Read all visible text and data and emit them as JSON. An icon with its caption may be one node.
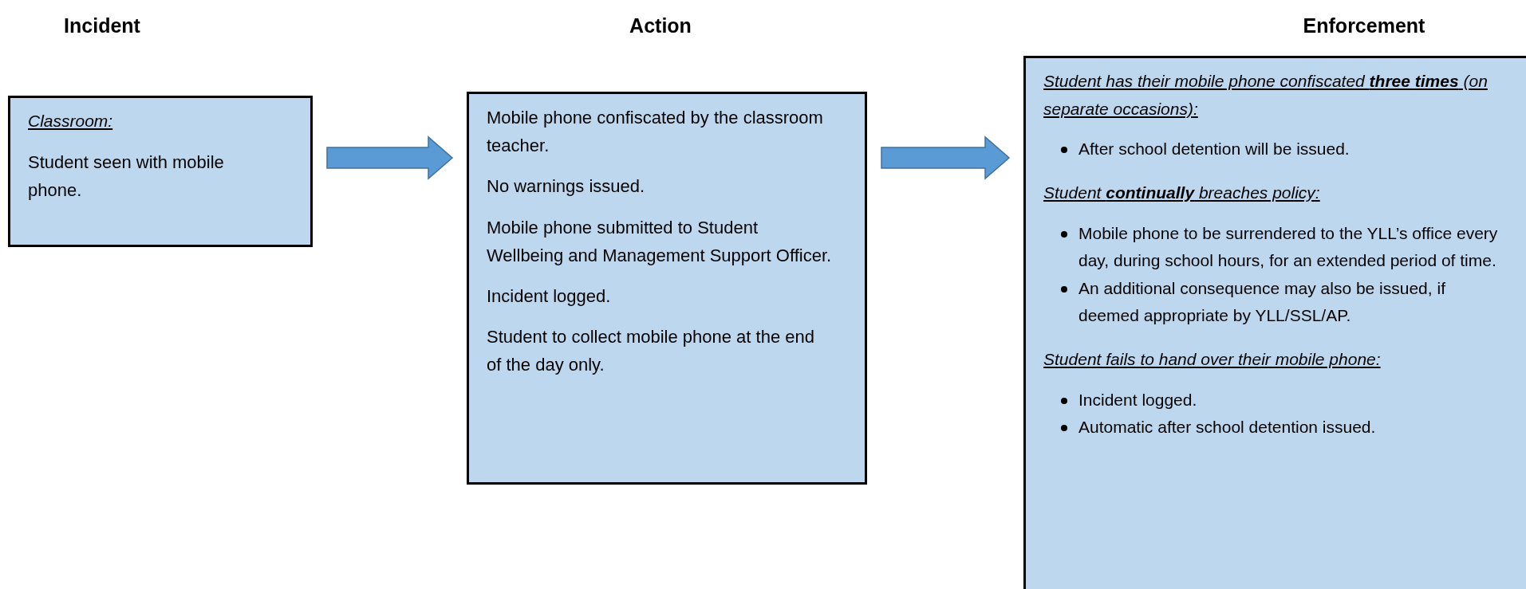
{
  "diagram": {
    "nodes": [
      {
        "text": [
          "Classroom:",
          "Student seen with mobile phone."
        ]
      },
      {
        "text": [
          "Mobile phone confiscated by the classroom teacher.",
          "No warnings issued.",
          "Mobile phone submitted to Student Wellbeing and Management Support Officer.",
          "Incident logged.",
          "Student to collect mobile phone at the end of the day only."
        ]
      },
      {
        "text": [
          "Student has their mobile phone confiscated **three times** (on separate occasions):",
          "After school detention will be issued.",
          "Student **continually** breaches policy:",
          "Mobile phone to be surrendered to the YLL’s office every day, during school hours, for an extended period of time.",
          "An additional consequence may also be issued, if deemed appropriate by YLL/SSL/AP.",
          "Student fails to hand over their mobile phone:",
          "Incident logged.",
          "Automatic after school detention issued."
        ]
      }
    ],
    "edges": [
      {
        "from": 0,
        "to": 1,
        "arrow": "to"
      },
      {
        "from": 1,
        "to": 2,
        "arrow": "to"
      }
    ],
    "labels": [
      "Incident",
      "Action",
      "Enforcement"
    ]
  }
}
